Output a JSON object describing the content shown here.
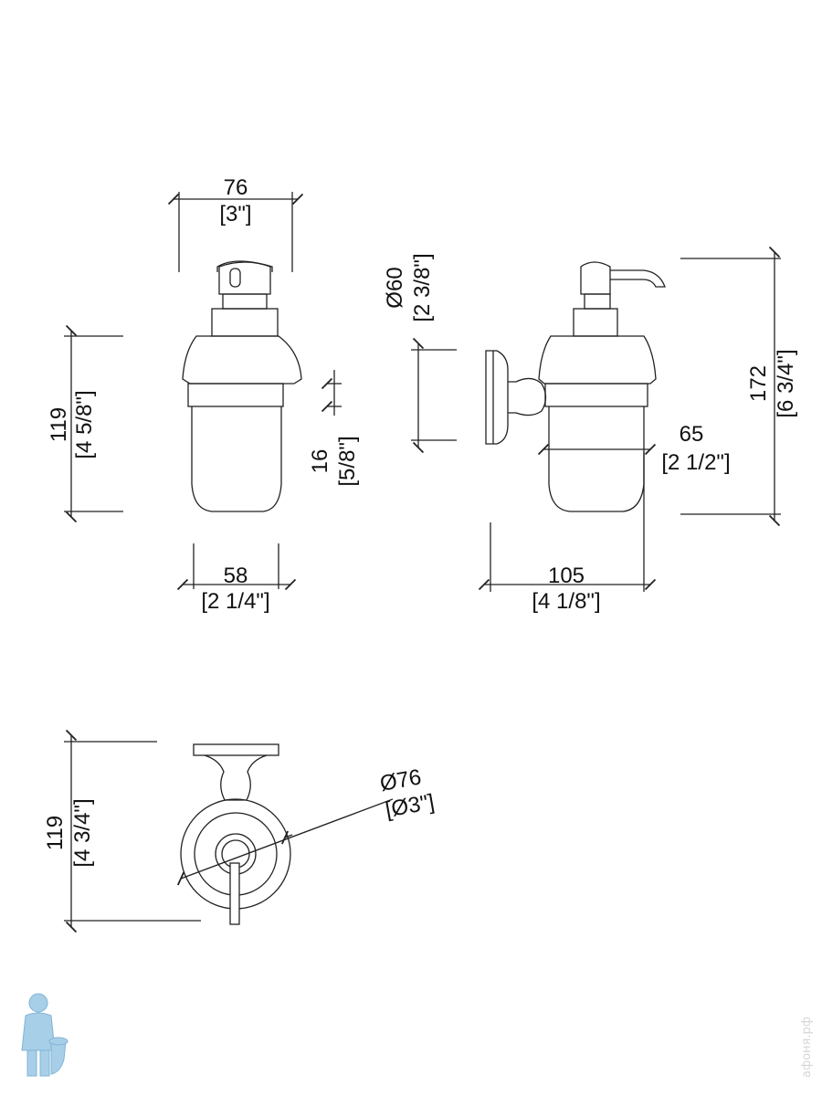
{
  "front_view": {
    "width_top": {
      "mm": "76",
      "in": "[3\"]"
    },
    "height": {
      "mm": "119",
      "in": "[4 5/8\"]"
    },
    "band": {
      "mm": "16",
      "in": "[5/8\"]"
    },
    "width_bottom": {
      "mm": "58",
      "in": "[2 1/4\"]"
    }
  },
  "side_view": {
    "plate_diameter": {
      "mm": "Ø60",
      "in": "[2 3/8\"]"
    },
    "total_height": {
      "mm": "172",
      "in": "[6 3/4\"]"
    },
    "body_width": {
      "mm": "65",
      "in": "[2 1/2\"]"
    },
    "projection": {
      "mm": "105",
      "in": "[4 1/8\"]"
    }
  },
  "top_view": {
    "depth": {
      "mm": "119",
      "in": "[4 3/4\"]"
    },
    "diameter": {
      "mm": "Ø76",
      "in": "[Ø3\"]"
    }
  },
  "watermark": "афоня.рф",
  "colors": {
    "line": "#222222",
    "logo": "#a8cfe8"
  }
}
